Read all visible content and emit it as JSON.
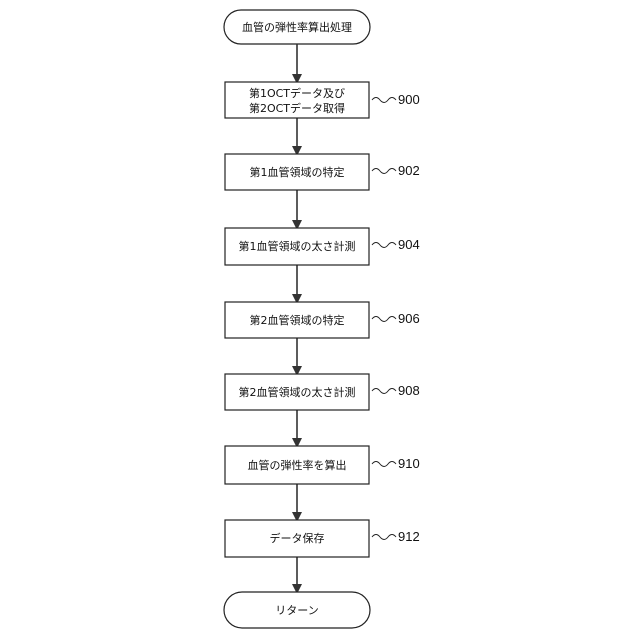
{
  "flowchart": {
    "start": {
      "label": "血管の弾性率算出処理"
    },
    "steps": [
      {
        "lines": [
          "第1OCTデータ及び",
          "第2OCTデータ取得"
        ],
        "ref": "900"
      },
      {
        "lines": [
          "第1血管領域の特定"
        ],
        "ref": "902"
      },
      {
        "lines": [
          "第1血管領域の太さ計測"
        ],
        "ref": "904"
      },
      {
        "lines": [
          "第2血管領域の特定"
        ],
        "ref": "906"
      },
      {
        "lines": [
          "第2血管領域の太さ計測"
        ],
        "ref": "908"
      },
      {
        "lines": [
          "血管の弾性率を算出"
        ],
        "ref": "910"
      },
      {
        "lines": [
          "データ保存"
        ],
        "ref": "912"
      }
    ],
    "end": {
      "label": "リターン"
    }
  }
}
